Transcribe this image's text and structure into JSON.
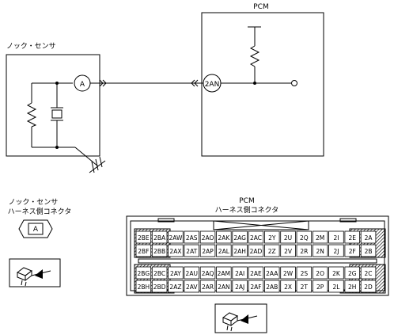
{
  "circuit": {
    "sensor_title": "ノック・センサ",
    "pcm_title": "PCM",
    "terminal_a": "A",
    "terminal_2an": "2AN"
  },
  "sensor_connector": {
    "title_line1": "ノック・センサ",
    "title_line2": "ハーネス側コネクタ",
    "pin": "A"
  },
  "pcm_connector": {
    "title_line1": "PCM",
    "title_line2": "ハーネス側コネクタ",
    "rows": [
      [
        "2BE",
        "2BA",
        "2AW",
        "2AS",
        "2AO",
        "2AK",
        "2AG",
        "2AC",
        "2Y",
        "2U",
        "2Q",
        "2M",
        "2I",
        "2E",
        "2A"
      ],
      [
        "2BF",
        "2BB",
        "2AX",
        "2AT",
        "2AP",
        "2AL",
        "2AH",
        "2AD",
        "2Z",
        "2V",
        "2R",
        "2N",
        "2J",
        "2F",
        "2B"
      ],
      [
        "2BG",
        "2BC",
        "2AY",
        "2AU",
        "2AQ",
        "2AM",
        "2AI",
        "2AE",
        "2AA",
        "2W",
        "2S",
        "2O",
        "2K",
        "2G",
        "2C"
      ],
      [
        "2BH",
        "2BD",
        "2AZ",
        "2AV",
        "2AR",
        "2AN",
        "2AJ",
        "2AF",
        "2AB",
        "2X",
        "2T",
        "2P",
        "2L",
        "2H",
        "2D"
      ]
    ]
  },
  "colors": {
    "line": "#000000",
    "hatch": "#000000",
    "background": "#ffffff"
  },
  "icons": [
    "ground-icon",
    "resistor-icon",
    "knock-element-icon",
    "connector-probe-icon"
  ]
}
